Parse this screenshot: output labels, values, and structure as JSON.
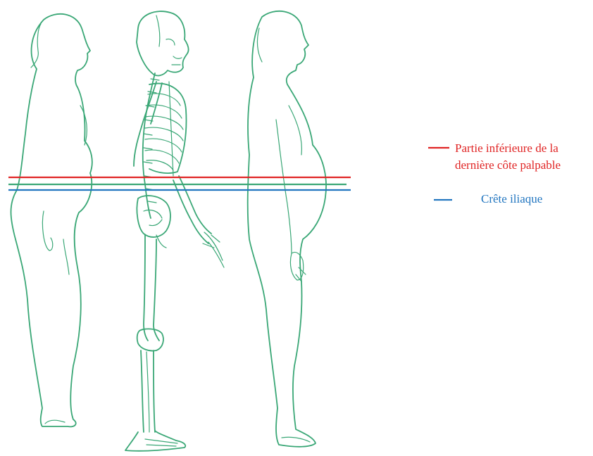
{
  "colors": {
    "figure_outline": "#3aa776",
    "rib_line": "#e02424",
    "waist_line": "#3aa776",
    "iliac_line": "#2276c0"
  },
  "legend": {
    "rib": {
      "line1": "Partie inférieure de la",
      "line2": "dernière côte palpable",
      "color": "#e02424"
    },
    "iliac": {
      "label": "Crête iliaque",
      "color": "#2276c0"
    }
  },
  "figures": [
    "woman-profile",
    "skeleton-profile",
    "man-profile"
  ]
}
